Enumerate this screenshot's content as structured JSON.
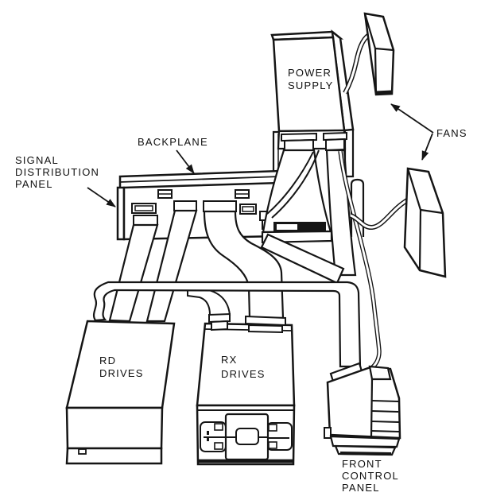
{
  "colors": {
    "ink": "#151515",
    "paper": "#ffffff"
  },
  "diagram": {
    "type": "hardware-assembly-line-drawing",
    "fan_count": 2,
    "labels": {
      "signal_distribution_panel": {
        "lines": [
          "SIGNAL",
          "DISTRIBUTION",
          "PANEL"
        ]
      },
      "backplane": {
        "text": "BACKPLANE"
      },
      "power_supply": {
        "lines": [
          "POWER",
          "SUPPLY"
        ]
      },
      "fans": {
        "text": "FANS"
      },
      "rd_drives": {
        "lines": [
          "RD",
          "DRIVES"
        ]
      },
      "rx_drives": {
        "lines": [
          "RX",
          "DRIVES"
        ]
      },
      "front_control_panel": {
        "lines": [
          "FRONT",
          "CONTROL",
          "PANEL"
        ]
      }
    }
  }
}
